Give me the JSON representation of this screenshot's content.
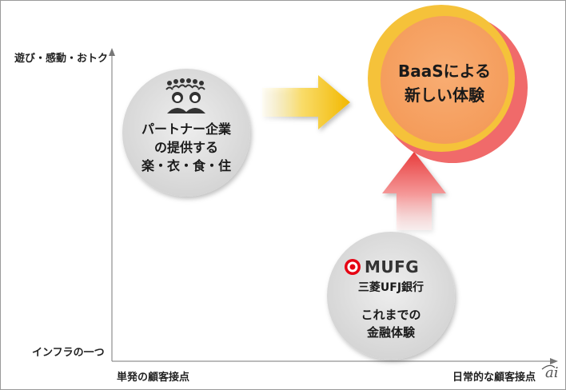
{
  "axes": {
    "y_top": "遊び・感動・おトク",
    "y_bottom": "インフラの一つ",
    "x_left": "単発の顧客接点",
    "x_right": "日常的な顧客接点"
  },
  "partner": {
    "line1": "パートナー企業",
    "line2": "の提供する",
    "line3": "楽・衣・食・住"
  },
  "baas": {
    "line1": "BaaSによる",
    "line2": "新しい体験"
  },
  "mufg": {
    "logo_text": "MUFG",
    "bank_name": "三菱UFJ銀行",
    "line1": "これまでの",
    "line2": "金融体験"
  },
  "watermark": "ai",
  "colors": {
    "baas_fill": "#f7a66a",
    "baas_ring_outer": "#f5c23a",
    "baas_shadow": "#f06a6a",
    "gray_circle": "#dedede",
    "arrow_yellow": "#f5c531",
    "arrow_red": "#ee5a5a",
    "mufg_red": "#e60012"
  }
}
